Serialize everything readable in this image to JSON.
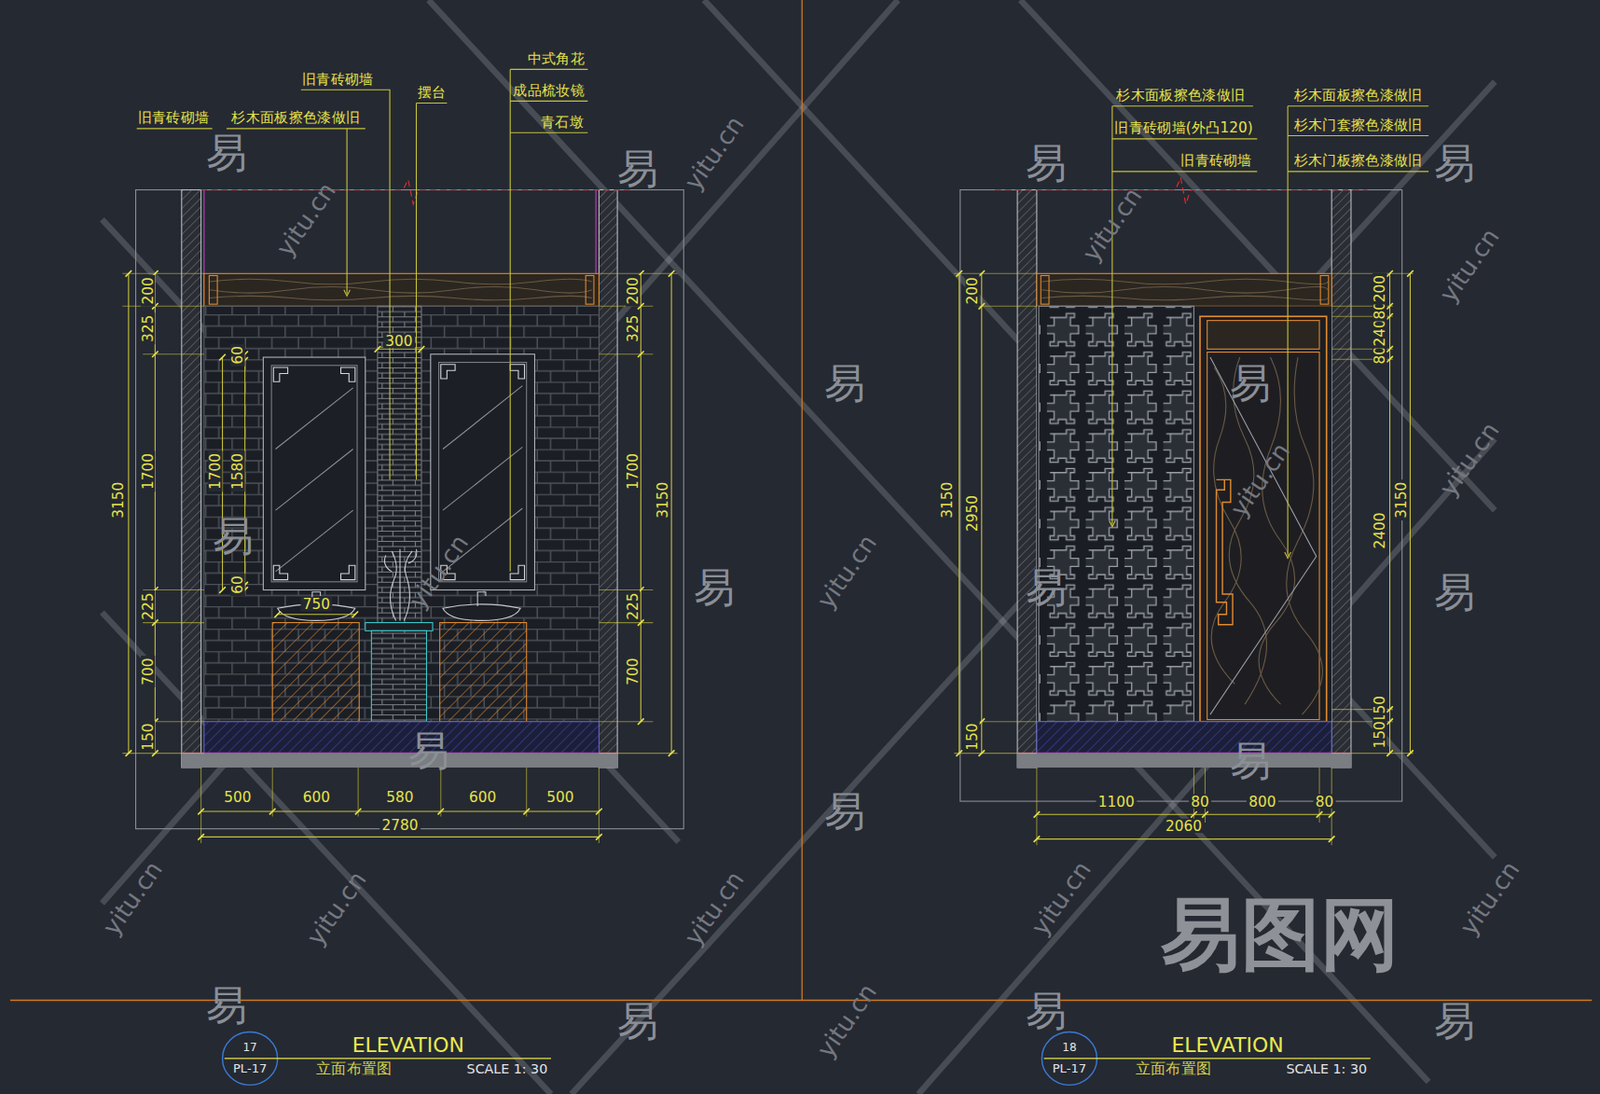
{
  "diagram": {
    "labels": [
      "中式角花",
      "成品梳妆镜",
      "青石墩",
      "旧青砖砌墙",
      "摆台",
      "旧青砖砌墙",
      "杉木面板擦色漆做旧",
      "200",
      "325",
      "1700",
      "225",
      "700",
      "150",
      "3150",
      "60",
      "1700",
      "1580",
      "60",
      "300",
      "750",
      "200",
      "325",
      "1700",
      "225",
      "700",
      "3150",
      "500",
      "600",
      "580",
      "600",
      "500",
      "2780",
      "杉木面板擦色漆做旧",
      "旧青砖砌墙(外凸120)",
      "旧青砖砌墙",
      "杉木面板擦色漆做旧",
      "杉木门套擦色漆做旧",
      "杉木门板擦色漆做旧",
      "200",
      "3150",
      "2950",
      "150",
      "80",
      "240",
      "80",
      "200",
      "2400",
      "150",
      "150",
      "3150",
      "1100",
      "80",
      "800",
      "80",
      "2060",
      "17",
      "PL-17",
      "ELEVATION",
      "立面布置图",
      "SCALE 1: 30",
      "18",
      "PL-17",
      "ELEVATION",
      "立面布置图",
      "SCALE 1: 30",
      "易图网",
      "易",
      "易",
      "易",
      "易",
      "易",
      "易",
      "易",
      "易",
      "易",
      "易",
      "易",
      "易",
      "易",
      "易",
      "易",
      "易",
      "易",
      "yitu.cn",
      "yitu.cn",
      "yitu.cn",
      "yitu.cn",
      "yitu.cn",
      "yitu.cn",
      "yitu.cn",
      "yitu.cn",
      "yitu.cn",
      "yitu.cn",
      "yitu.cn",
      "yitu.cn",
      "yitu.cn",
      "yitu.cn"
    ]
  }
}
